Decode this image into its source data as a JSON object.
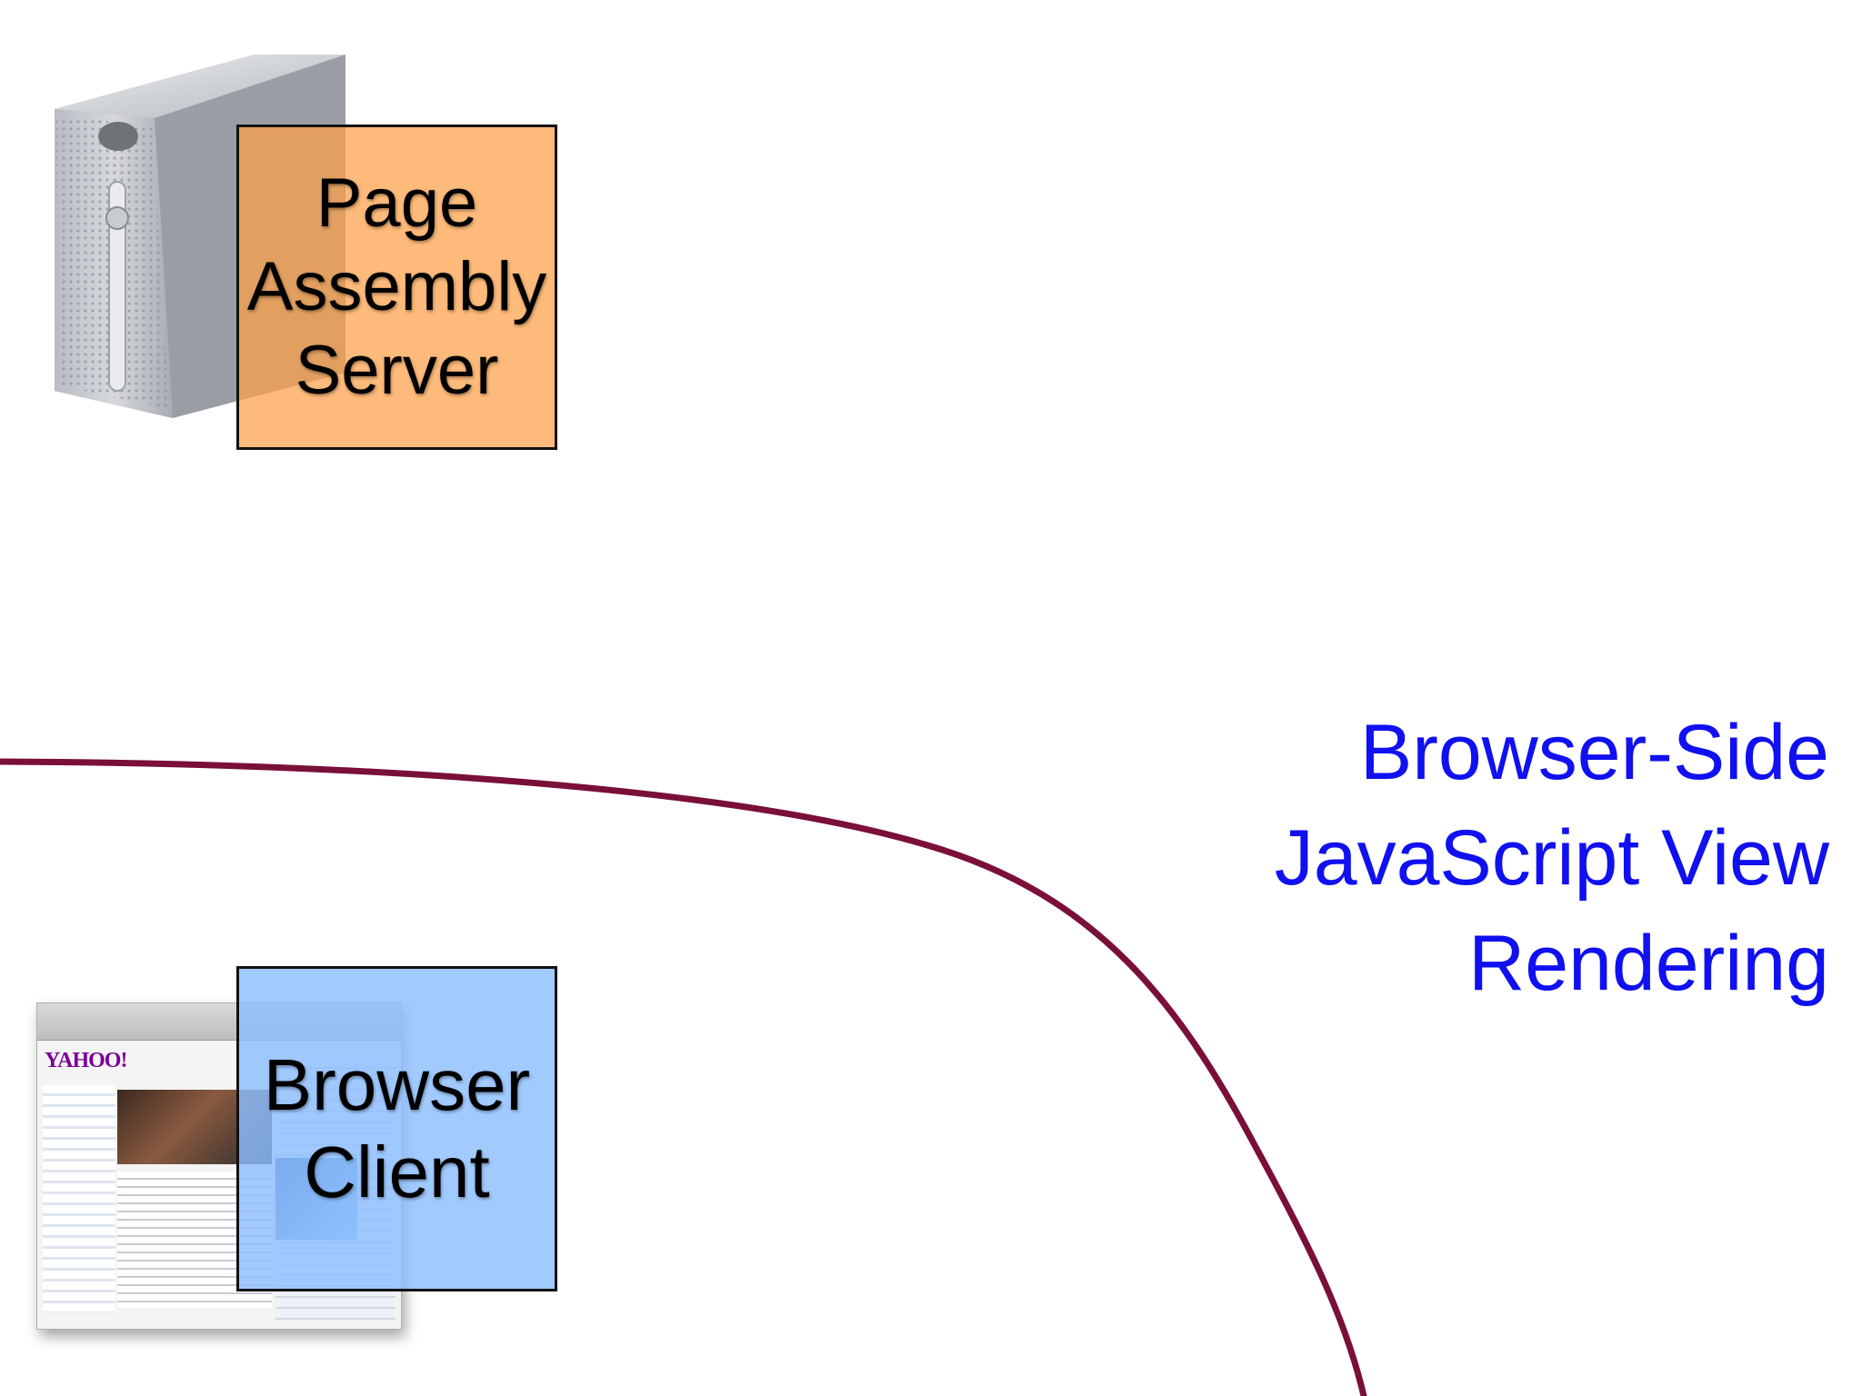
{
  "server": {
    "label": "Page\nAssembly\nServer",
    "fill_color": "#fca046"
  },
  "client": {
    "label": "Browser\nClient",
    "fill_color": "#8cbeff",
    "thumbnail_logo": "YAHOO!"
  },
  "caption": {
    "lines": [
      "Browser-Side",
      "JavaScript View",
      "Rendering"
    ],
    "color": "#1010f0"
  },
  "divider": {
    "color": "#7a0f3a"
  }
}
